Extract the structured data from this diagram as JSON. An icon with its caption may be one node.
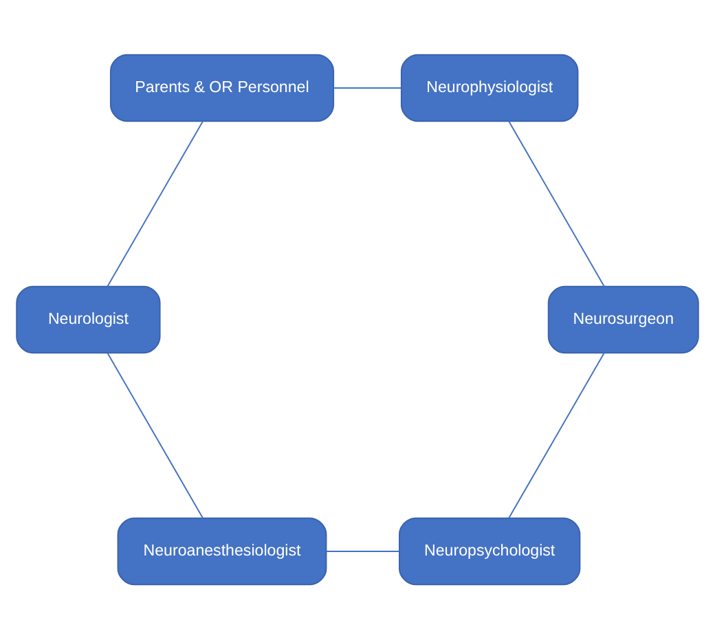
{
  "diagram": {
    "nodes": [
      {
        "text": [
          "Neuropsychologist"
        ]
      },
      {
        "text": [
          "Neurosurgeon"
        ]
      },
      {
        "text": [
          "Neuroanesthesiologist"
        ]
      },
      {
        "text": [
          "Neurophysiologist"
        ]
      },
      {
        "text": [
          "Neurologist"
        ]
      },
      {
        "text": [
          "Parents & OR Personnel"
        ]
      }
    ],
    "edges": [
      {
        "from": 0,
        "to": 2,
        "arrow": "none"
      },
      {
        "from": 2,
        "to": 4,
        "arrow": "none"
      },
      {
        "from": 4,
        "to": 5,
        "arrow": "none"
      },
      {
        "from": 5,
        "to": 3,
        "arrow": "none"
      },
      {
        "from": 3,
        "to": 1,
        "arrow": "none"
      },
      {
        "from": 1,
        "to": 0,
        "arrow": "none"
      }
    ]
  }
}
